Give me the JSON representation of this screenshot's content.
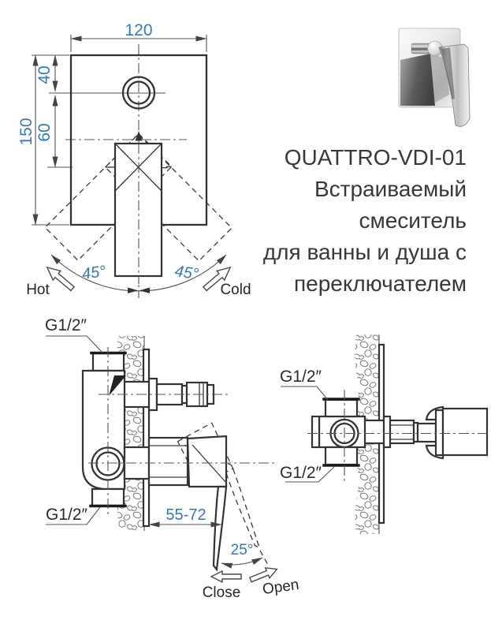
{
  "colors": {
    "dimension_text": "#3379b5",
    "line": "#333333",
    "text": "#383838"
  },
  "product": {
    "model": "QUATTRO-VDI-01",
    "description_lines": [
      "Встраиваемый",
      "смеситель",
      "для ванны и душа с",
      "переключателем"
    ]
  },
  "front_view": {
    "dim_width": "120",
    "dim_top_offset": "40",
    "dim_mid_offset": "60",
    "dim_height": "150",
    "angle_left": "45°",
    "angle_right": "45°",
    "label_hot": "Hot",
    "label_cold": "Cold"
  },
  "side_section": {
    "thread_top": "G1/2″",
    "thread_bottom": "G1/2″",
    "dim_depth": "55-72",
    "angle_open": "25°",
    "label_close": "Close",
    "label_open": "Open"
  },
  "rear_section": {
    "thread_top": "G1/2″",
    "thread_bottom": "G1/2″"
  }
}
